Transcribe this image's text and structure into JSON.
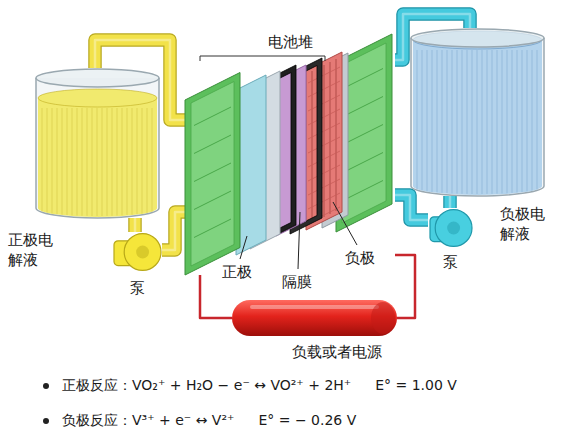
{
  "diagram": {
    "nodes": [
      {
        "text": [
          "电池堆"
        ]
      },
      {
        "text": [
          "正极电解液"
        ]
      },
      {
        "text": [
          "泵"
        ]
      },
      {
        "text": [
          "负极电解液"
        ]
      },
      {
        "text": [
          "泵"
        ]
      },
      {
        "text": [
          "负载或者电源"
        ]
      }
    ],
    "edges": [
      {
        "from": 1,
        "to": 2,
        "arrow": "none"
      },
      {
        "from": 2,
        "to": 0,
        "arrow": "none"
      },
      {
        "from": 0,
        "to": 1,
        "arrow": "none"
      },
      {
        "from": 3,
        "to": 4,
        "arrow": "none"
      },
      {
        "from": 4,
        "to": 0,
        "arrow": "none"
      },
      {
        "from": 0,
        "to": 3,
        "arrow": "none"
      },
      {
        "from": 0,
        "to": 5,
        "arrow": "none"
      },
      {
        "from": 0,
        "to": 5,
        "arrow": "none"
      }
    ],
    "labels": [
      "正极",
      "隔膜",
      "负极",
      "正极反应：VO₂⁺ + H₂O − e⁻ ↔ VO²⁺ + 2H⁺",
      "E° = 1.00 V",
      "负极反应：V³⁺ + e⁻ ↔ V²⁺",
      "E° = − 0.26 V"
    ]
  }
}
